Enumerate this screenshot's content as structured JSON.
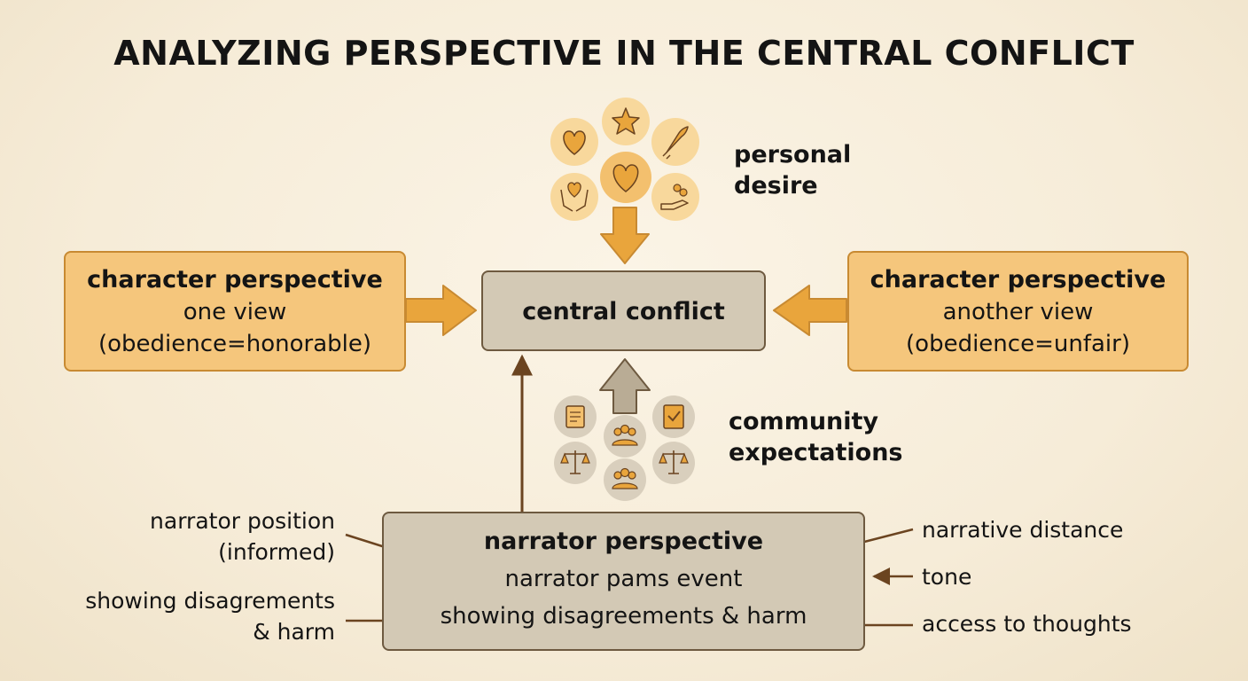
{
  "title": "ANALYZING PERSPECTIVE IN THE CENTRAL CONFLICT",
  "center": {
    "label": "central conflict"
  },
  "left_box": {
    "heading": "character perspective",
    "line1": "one view",
    "line2": "(obedience=honorable)"
  },
  "right_box": {
    "heading": "character perspective",
    "line1": "another view",
    "line2": "(obedience=unfair)"
  },
  "personal_desire": {
    "line1": "personal",
    "line2": "desire",
    "icons": [
      "heart-icon",
      "star-icon",
      "rocket-icon",
      "heart-icon",
      "hands-heart-icon",
      "hand-coins-icon"
    ]
  },
  "community": {
    "line1": "community",
    "line2": "expectations",
    "icons": [
      "scroll-icon",
      "book-check-icon",
      "people-icon",
      "scales-icon",
      "scales-icon",
      "people-icon"
    ]
  },
  "narrator_box": {
    "heading": "narrator perspective",
    "line1": "narrator pams event",
    "line2": "showing disagreements & harm"
  },
  "annotations": {
    "narrator_position_1": "narrator position",
    "narrator_position_2": "(informed)",
    "showing_1": "showing disagrements",
    "showing_2": "& harm",
    "narrative_distance": "narrative distance",
    "tone": "tone",
    "access": "access to thoughts"
  },
  "colors": {
    "orange_fill": "#f5c67c",
    "orange_border": "#c88a32",
    "gray_fill": "#d3c9b5",
    "gray_border": "#6e5a40",
    "arrow_orange": "#e9a53c",
    "arrow_gray": "#b9ac95",
    "line_brown": "#6b4420",
    "icon_circle": "#f8d89c",
    "icon_circle_gray": "#d9cfbd"
  }
}
